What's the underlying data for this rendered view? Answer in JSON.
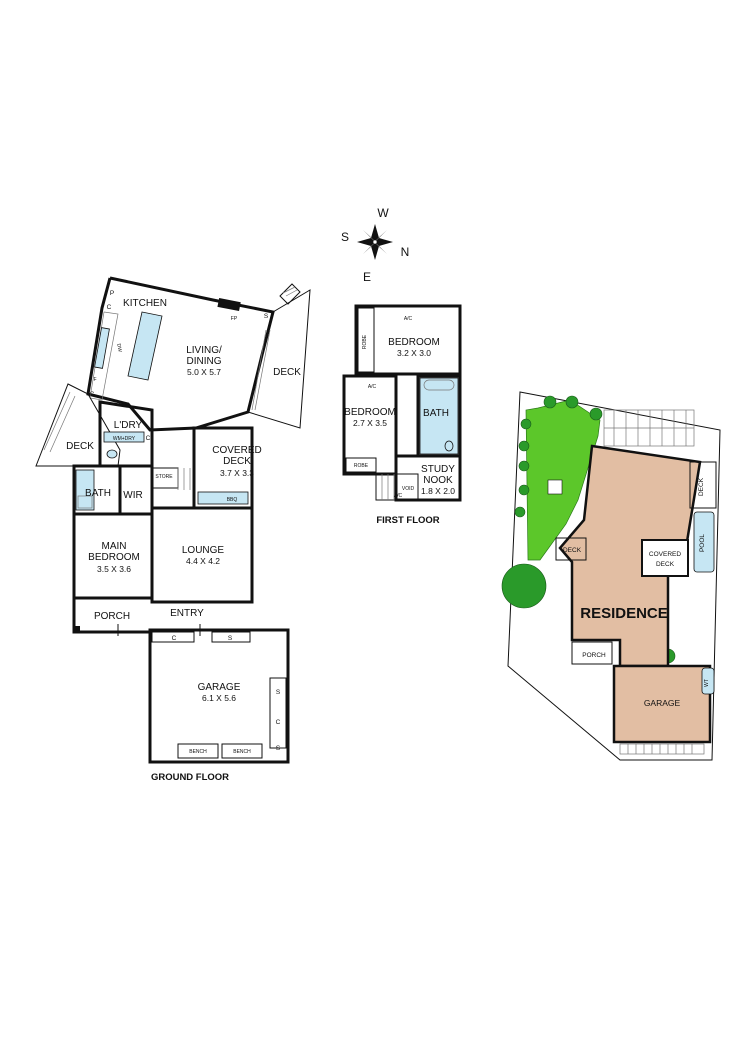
{
  "compass": {
    "w": "W",
    "s": "S",
    "n": "N",
    "e": "E"
  },
  "ground_floor": {
    "caption": "GROUND FLOOR",
    "kitchen": "KITCHEN",
    "pantry": "P",
    "c": "C",
    "dw": "DW",
    "fridge": "F",
    "fp": "FP",
    "s": "S",
    "living_dining": "LIVING/",
    "living_dining2": "DINING",
    "living_dining_dim": "5.0 X 5.7",
    "deck": "DECK",
    "laundry": "L'DRY",
    "wm_dry": "WM+DRY",
    "covered_deck": "COVERED",
    "covered_deck2": "DECK",
    "covered_deck_dim": "3.7 X 3.3",
    "bbq": "BBQ",
    "store": "STORE",
    "bath": "BATH",
    "wir": "WIR",
    "main_bedroom": "MAIN",
    "main_bedroom2": "BEDROOM",
    "main_bedroom_dim": "3.5 X 3.6",
    "lounge": "LOUNGE",
    "lounge_dim": "4.4 X 4.2",
    "porch": "PORCH",
    "entry": "ENTRY",
    "garage": "GARAGE",
    "garage_dim": "6.1 X 5.6",
    "bench": "BENCH"
  },
  "first_floor": {
    "caption": "FIRST FLOOR",
    "bedroom": "BEDROOM",
    "bedroom1_dim": "3.2 X 3.0",
    "bedroom2_dim": "2.7 X 3.5",
    "robe": "ROBE",
    "ac": "A/C",
    "bath": "BATH",
    "study": "STUDY",
    "nook": "NOOK",
    "study_dim": "1.8 X 2.0",
    "void": "VOID"
  },
  "site": {
    "residence": "RESIDENCE",
    "deck": "DECK",
    "covered": "COVERED",
    "covered2": "DECK",
    "pool": "POOL",
    "porch": "PORCH",
    "garage": "GARAGE",
    "wt": "WT"
  },
  "colors": {
    "wall": "#111111",
    "wet_area": "#c6e6f3",
    "residence": "#e2bea3",
    "lawn": "#5cc72a",
    "tree": "#2a9a2a"
  }
}
